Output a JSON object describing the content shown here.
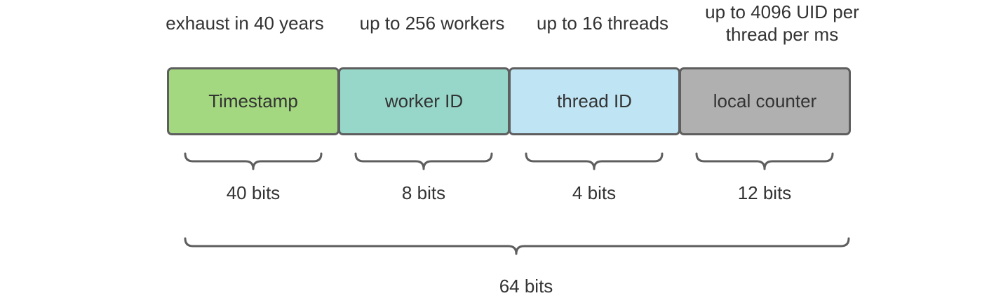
{
  "fields": [
    {
      "label": "Timestamp",
      "caption": "exhaust in 40 years",
      "bits": "40 bits",
      "color": "#a3d880"
    },
    {
      "label": "worker ID",
      "caption": "up to 256 workers",
      "bits": "8 bits",
      "color": "#97d7c9"
    },
    {
      "label": "thread ID",
      "caption": "up to 16 threads",
      "bits": "4 bits",
      "color": "#bfe4f4"
    },
    {
      "label": "local counter",
      "caption": "up to 4096 UID per\nthread per ms",
      "bits": "12 bits",
      "color": "#b0b0b0"
    }
  ],
  "total": {
    "label": "64 bits"
  },
  "colors": {
    "border": "#5e5e5e",
    "text": "#333333",
    "brace": "#5e5e5e"
  }
}
